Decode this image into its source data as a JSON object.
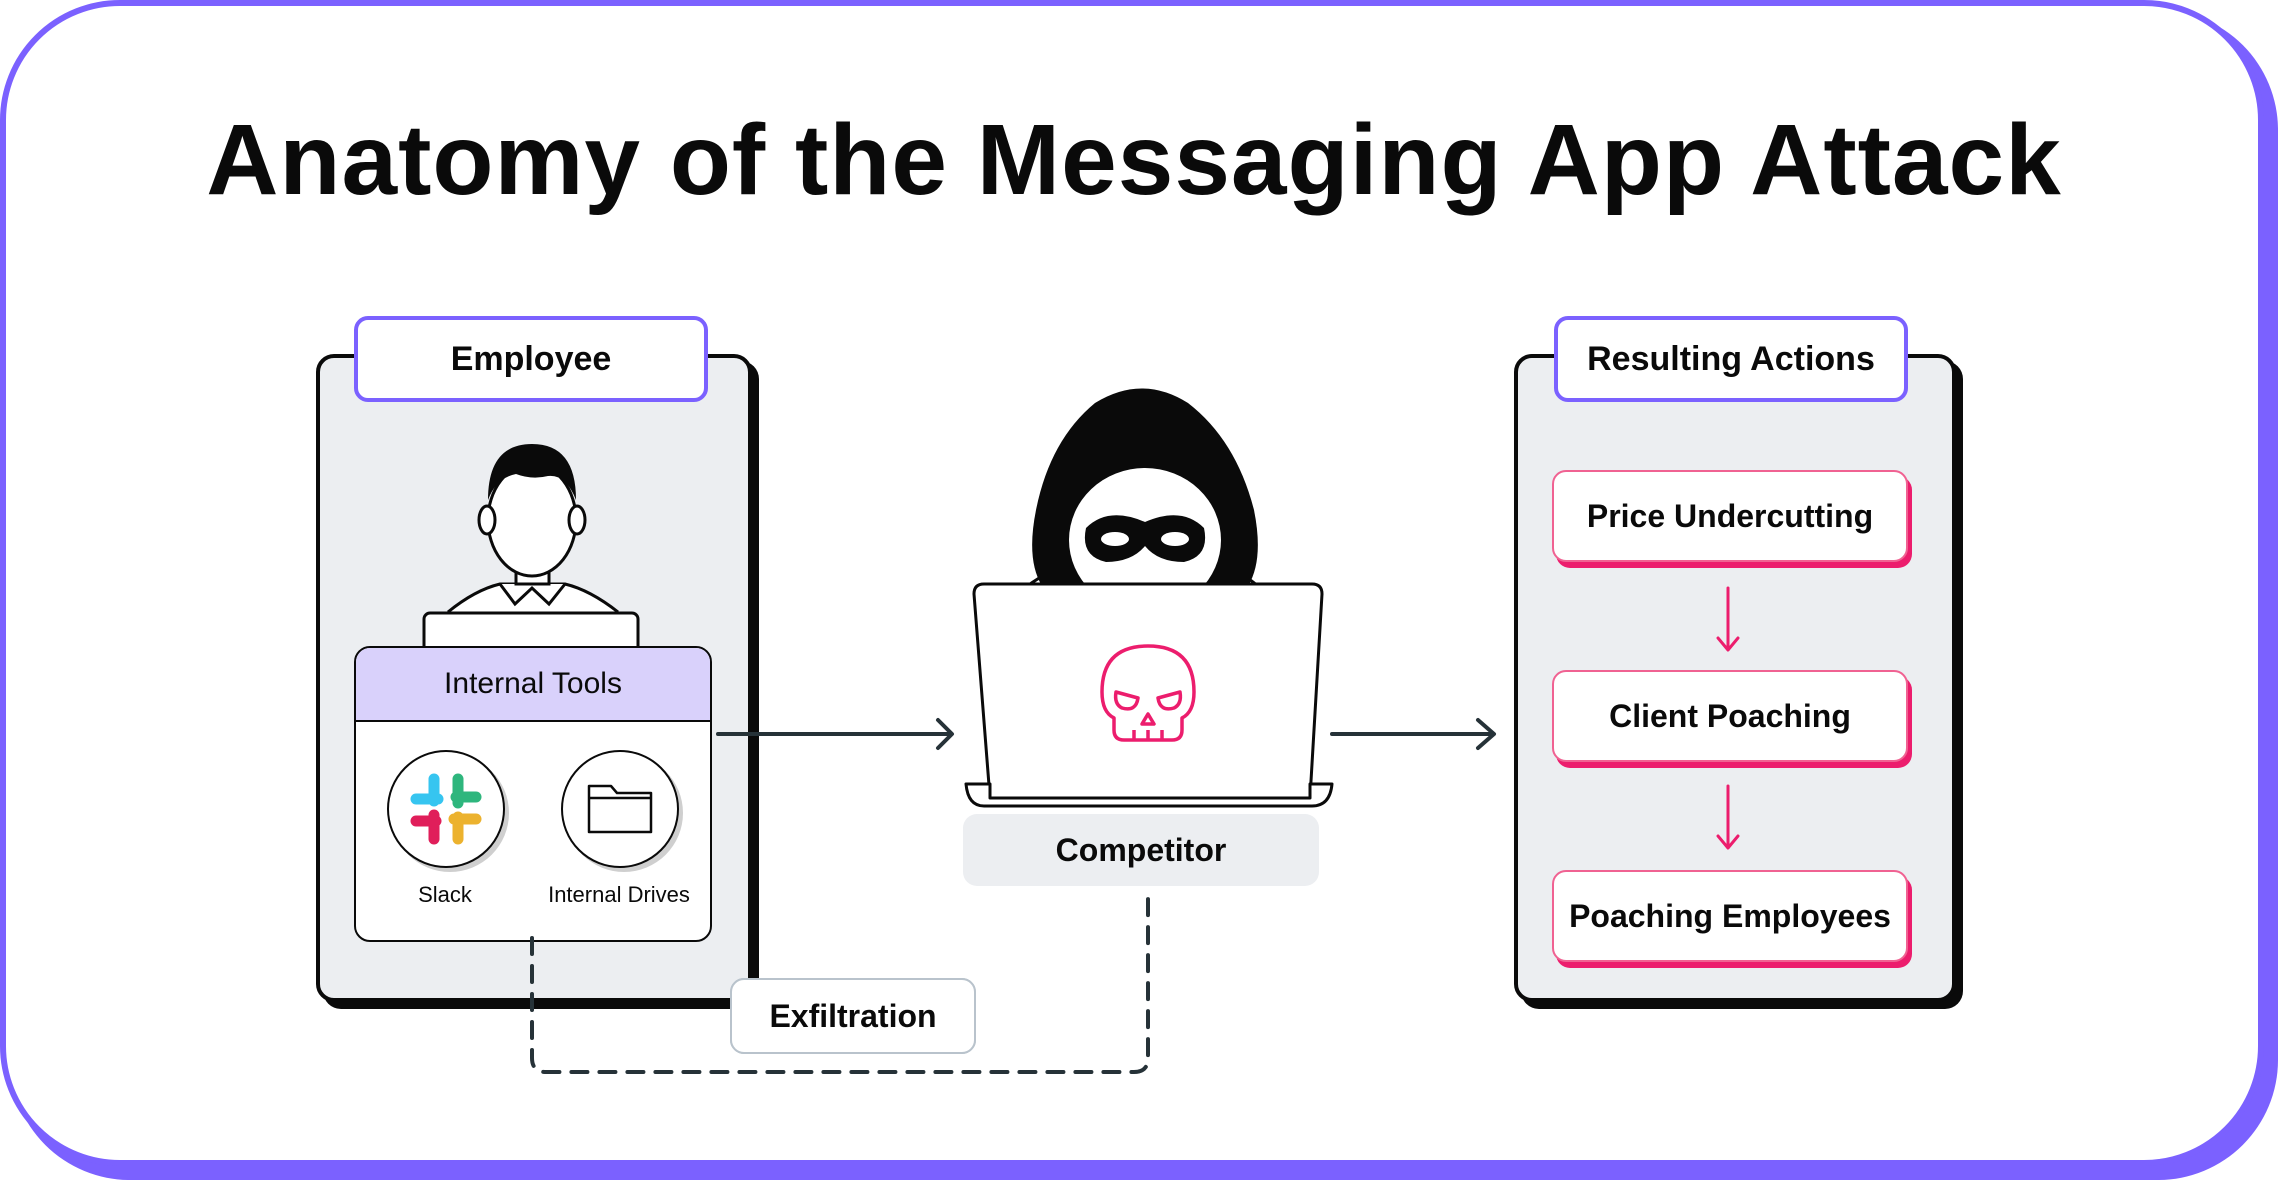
{
  "title": "Anatomy of the Messaging App Attack",
  "employee_panel": {
    "label": "Employee",
    "tools_heading": "Internal Tools",
    "tools": [
      {
        "label": "Slack",
        "icon": "slack-icon"
      },
      {
        "label": "Internal Drives",
        "icon": "folder-icon"
      }
    ]
  },
  "competitor": {
    "label": "Competitor",
    "icon": "skull-icon"
  },
  "exfiltration_label": "Exfiltration",
  "results_panel": {
    "label": "Resulting Actions",
    "actions": [
      "Price Undercutting",
      "Client Poaching",
      "Poaching Employees"
    ]
  },
  "colors": {
    "accent": "#7b61ff",
    "tools_header": "#d9d1fb",
    "panel_bg": "#eceef1",
    "action_border": "#ec1d6d",
    "arrow": "#263238"
  }
}
